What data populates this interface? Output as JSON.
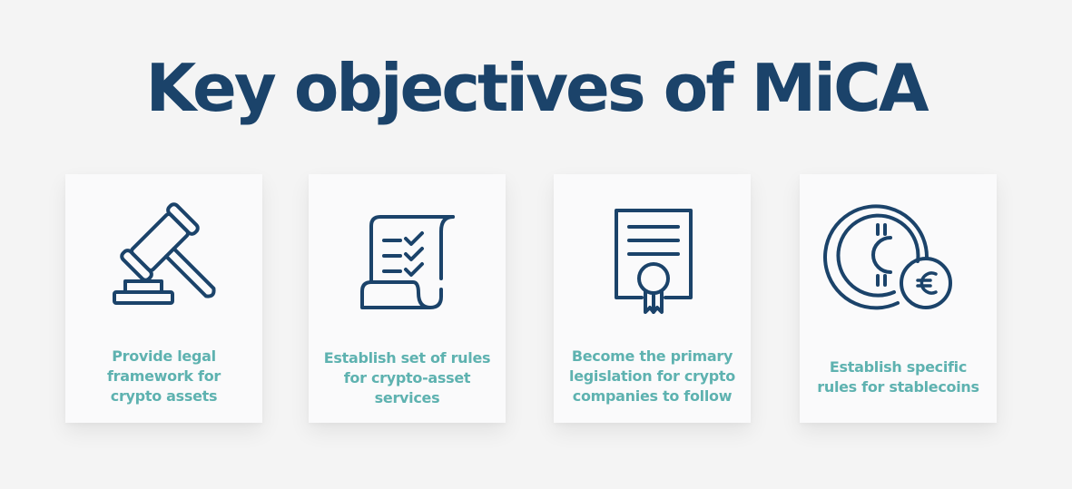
{
  "header": {
    "title": "Key objectives of MiCA"
  },
  "colors": {
    "background": "#f4f4f4",
    "card": "#fafafb",
    "title": "#1b436a",
    "icon": "#1b436a",
    "label": "#5eb2b0"
  },
  "cards": [
    {
      "icon": "gavel-icon",
      "lines": [
        "Provide legal",
        "framework for",
        "crypto assets"
      ]
    },
    {
      "icon": "checklist-scroll-icon",
      "lines": [
        "Establish set of rules",
        "for crypto-asset",
        "services"
      ]
    },
    {
      "icon": "certificate-icon",
      "lines": [
        "Become the primary",
        "legislation for crypto",
        "companies to follow"
      ]
    },
    {
      "icon": "stablecoin-icon",
      "lines": [
        "Establish specific",
        "rules for stablecoins"
      ]
    }
  ]
}
